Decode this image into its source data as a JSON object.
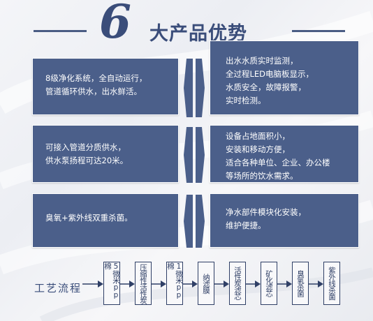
{
  "header": {
    "number": "6",
    "title": "大产品优势"
  },
  "features": {
    "left": [
      [
        "8级净化系统，全自动运行，",
        "管道循环供水，出水鲜活。"
      ],
      [
        "可接入管道分质供水，",
        "供水泵扬程可达20米。"
      ],
      [
        "臭氧+紫外线双重杀菌。"
      ]
    ],
    "right": [
      [
        "出水水质实时监测，",
        "全过程LED电脑板显示，",
        "水质安全，故障报警，",
        "实时检测。"
      ],
      [
        "设备占地面积小，",
        "安装和移动方便，",
        "适合各种单位、企业、办公楼",
        "等场所的饮水需求。"
      ],
      [
        "净水部件模块化安装，",
        "维护便捷。"
      ]
    ]
  },
  "process": {
    "label": "工艺流程",
    "steps": [
      "5微米pp棉",
      "压缩性活性炭",
      "1微米pp棉",
      "纳滤膜",
      "活性炭滤芯",
      "矿化滤芯",
      "臭氧杀菌",
      "紫外线杀菌"
    ]
  },
  "colors": {
    "box": "#4b5f8a",
    "title": "#3a4d7a"
  }
}
